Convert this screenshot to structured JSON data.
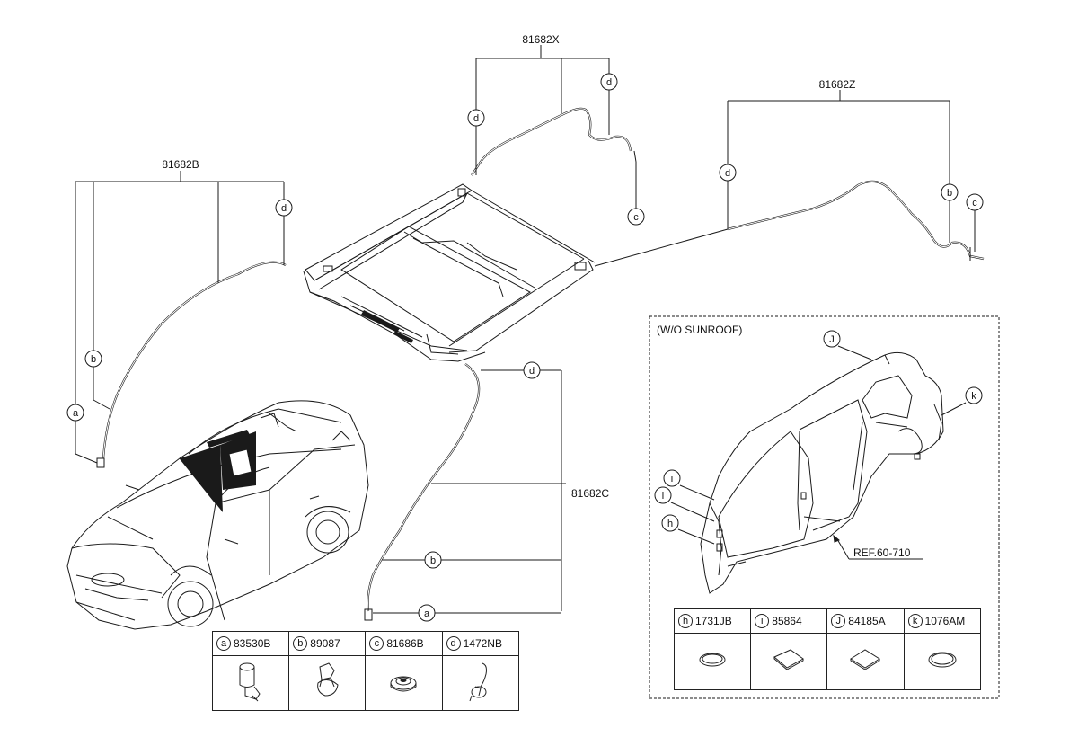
{
  "parts": {
    "roof_hose_rear": "81682X",
    "roof_hose_front_left": "81682B",
    "roof_hose_right": "81682Z",
    "roof_hose_front_right": "81682C"
  },
  "callout_letters": {
    "a": "a",
    "b": "b",
    "c": "c",
    "d": "d",
    "h": "h",
    "i": "i",
    "j": "J",
    "k": "k"
  },
  "wo_sunroof": {
    "title": "(W/O SUNROOF)",
    "reference": "REF.60-710"
  },
  "legend_sunroof": [
    {
      "letter": "a",
      "part": "83530B",
      "icon": "grommet-clip-icon"
    },
    {
      "letter": "b",
      "part": "89087",
      "icon": "hose-clip-icon"
    },
    {
      "letter": "c",
      "part": "81686B",
      "icon": "drain-cap-icon"
    },
    {
      "letter": "d",
      "part": "1472NB",
      "icon": "cable-tie-icon"
    }
  ],
  "legend_body": [
    {
      "letter": "h",
      "part": "1731JB",
      "icon": "round-plug-icon"
    },
    {
      "letter": "i",
      "part": "85864",
      "icon": "square-pad-icon"
    },
    {
      "letter": "J",
      "part": "84185A",
      "icon": "square-pad-icon"
    },
    {
      "letter": "k",
      "part": "1076AM",
      "icon": "oval-plug-icon"
    }
  ]
}
